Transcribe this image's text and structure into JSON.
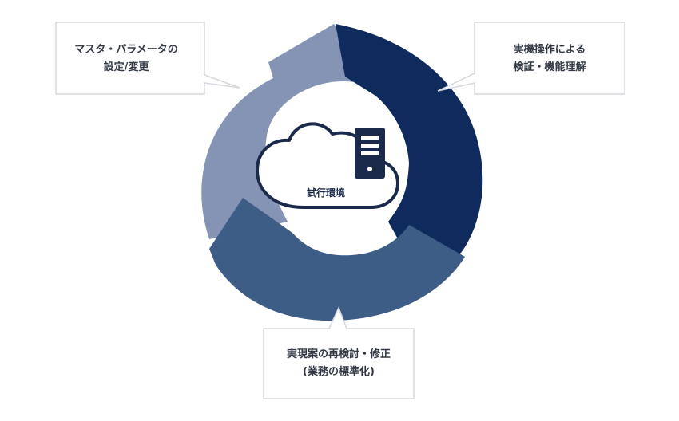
{
  "colors": {
    "arrow_top_left": "#8593b5",
    "arrow_right": "#0f2a5c",
    "arrow_bottom": "#3d5c86",
    "icon_stroke": "#1b2a4a",
    "callout_border": "#d5d8de"
  },
  "center": {
    "label": "試行環境",
    "icons": [
      "cloud-icon",
      "server-icon"
    ]
  },
  "callouts": {
    "top_left": {
      "line1": "マスタ・パラメータの",
      "line2": "設定/変更"
    },
    "top_right": {
      "line1": "実機操作による",
      "line2": "検証・機能理解"
    },
    "bottom": {
      "line1": "実現案の再検討・修正",
      "line2": "(業務の標準化)"
    }
  }
}
